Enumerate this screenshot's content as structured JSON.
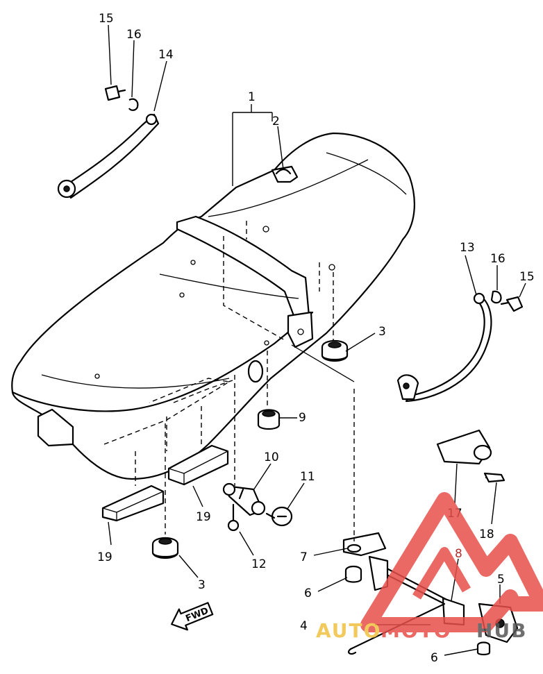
{
  "callouts": [
    {
      "id": "c1",
      "label": "1"
    },
    {
      "id": "c2",
      "label": "2"
    },
    {
      "id": "c3a",
      "label": "3"
    },
    {
      "id": "c3b",
      "label": "3"
    },
    {
      "id": "c4",
      "label": "4"
    },
    {
      "id": "c5",
      "label": "5"
    },
    {
      "id": "c6a",
      "label": "6"
    },
    {
      "id": "c6b",
      "label": "6"
    },
    {
      "id": "c7",
      "label": "7"
    },
    {
      "id": "c8",
      "label": "8"
    },
    {
      "id": "c9",
      "label": "9"
    },
    {
      "id": "c10",
      "label": "10"
    },
    {
      "id": "c11",
      "label": "11"
    },
    {
      "id": "c12",
      "label": "12"
    },
    {
      "id": "c13",
      "label": "13"
    },
    {
      "id": "c14",
      "label": "14"
    },
    {
      "id": "c15a",
      "label": "15"
    },
    {
      "id": "c15b",
      "label": "15"
    },
    {
      "id": "c16a",
      "label": "16"
    },
    {
      "id": "c16b",
      "label": "16"
    },
    {
      "id": "c17",
      "label": "17"
    },
    {
      "id": "c18",
      "label": "18"
    },
    {
      "id": "c19a",
      "label": "19"
    },
    {
      "id": "c19b",
      "label": "19"
    }
  ],
  "direction_arrow": {
    "label": "FWD"
  },
  "watermark": {
    "text_a": "AUTO",
    "text_b": "MOTO",
    "text_c": "HUB",
    "color_red": "#e8504a",
    "color_gold": "#f0c040",
    "color_gray": "#555555"
  },
  "colors": {
    "line": "#000000",
    "background": "#ffffff",
    "callout_8": "#b03030"
  }
}
